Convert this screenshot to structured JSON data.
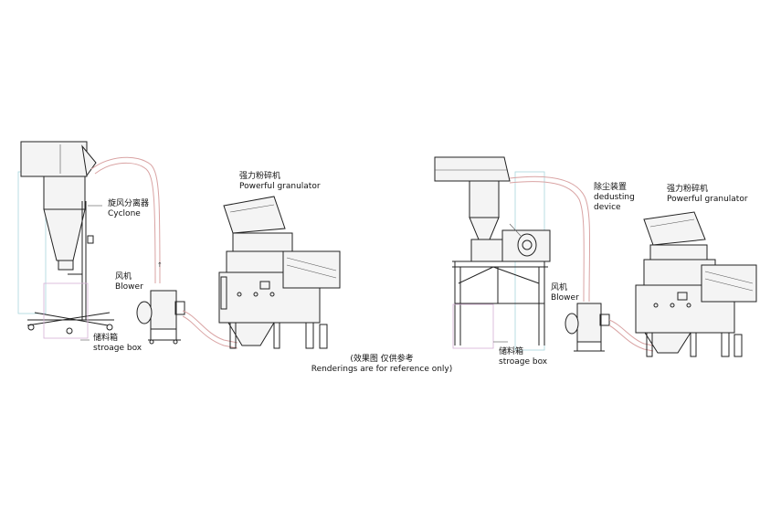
{
  "left_system": {
    "cyclone": {
      "zh": "旋风分离器",
      "en": "Cyclone"
    },
    "granulator": {
      "zh": "强力粉碎机",
      "en": "Powerful granulator"
    },
    "blower": {
      "zh": "风机",
      "en": "Blower"
    },
    "storage_box": {
      "zh": "储料箱",
      "en": "stroage box"
    }
  },
  "right_system": {
    "dedusting": {
      "zh": "除尘装置",
      "en_line1": "dedusting",
      "en_line2": "device"
    },
    "granulator": {
      "zh": "强力粉碎机",
      "en": "Powerful granulator"
    },
    "blower": {
      "zh": "风机",
      "en": "Blower"
    },
    "storage_box": {
      "zh": "储料箱",
      "en": "stroage box"
    }
  },
  "note": {
    "zh": "(效果图  仅供参考",
    "en": "Renderings are for reference only)"
  }
}
